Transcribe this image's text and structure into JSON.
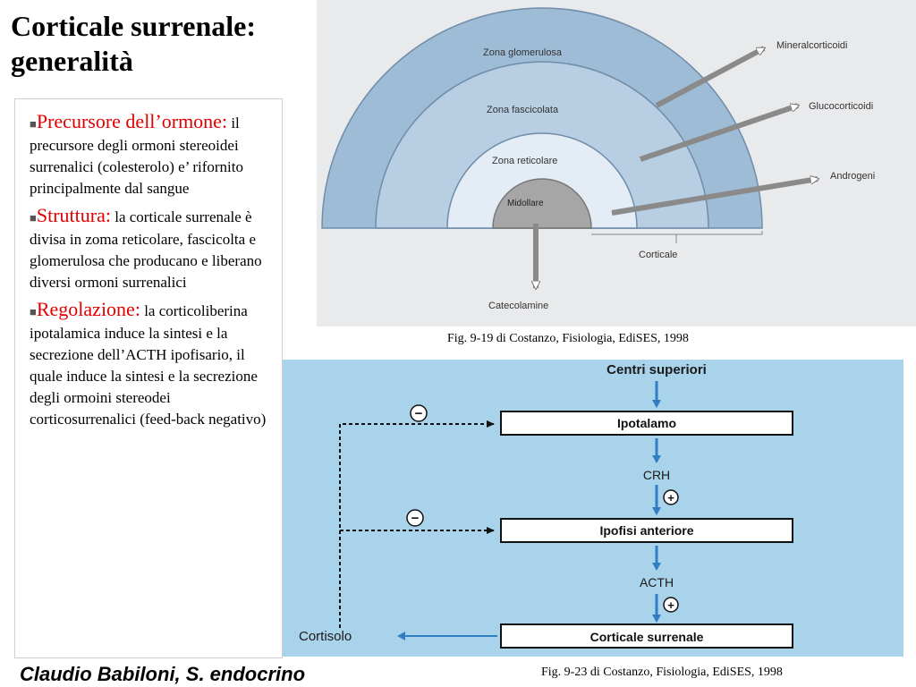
{
  "slide": {
    "title_line1": "Corticale surrenale:",
    "title_line2": "generalità",
    "bullets": [
      {
        "heading": "Precursore dell’ormone:",
        "text": " il precursore degli ormoni stereoidei surrenalici (colesterolo) e’ rifornito principalmente dal sangue"
      },
      {
        "heading": "Struttura:",
        "text": " la corticale surrenale è divisa in zoma reticolare, fascicolta e glomerulosa che producano e liberano diversi ormoni surrenalici"
      },
      {
        "heading": "Regolazione:",
        "text": " la corticoliberina ipotalamica induce la sintesi e la secrezione dell’ACTH ipofisario, il quale induce la sintesi e la secrezione degli ormoini stereodei corticosurrenalici (feed-back negativo)"
      }
    ],
    "bullet_marker": "■",
    "author": "Claudio Babiloni, S. endocrino"
  },
  "figure1": {
    "caption": "Fig. 9-19 di Costanzo, Fisiologia, EdiSES, 1998",
    "zones": [
      "Zona glomerulosa",
      "Zona fascicolata",
      "Zona reticolare",
      "Midollare"
    ],
    "outputs": [
      "Mineralcorticoidi",
      "Glucocorticoidi",
      "Androgeni"
    ],
    "cortex_label": "Corticale",
    "medulla_output": "Catecolamine"
  },
  "figure2": {
    "caption": "Fig. 9-23 di Costanzo, Fisiologia, EdiSES, 1998",
    "top_label": "Centri superiori",
    "box1": "Ipotalamo",
    "hormone1": "CRH",
    "box2": "Ipofisi anteriore",
    "hormone2": "ACTH",
    "box3": "Corticale surrenale",
    "output": "Cortisolo",
    "plus_sign": "+",
    "minus_sign": "−"
  },
  "colors": {
    "heading_red": "#e00000",
    "arrow_blue": "#2f7fc1",
    "diagram_bg": "#a9d3ea"
  }
}
